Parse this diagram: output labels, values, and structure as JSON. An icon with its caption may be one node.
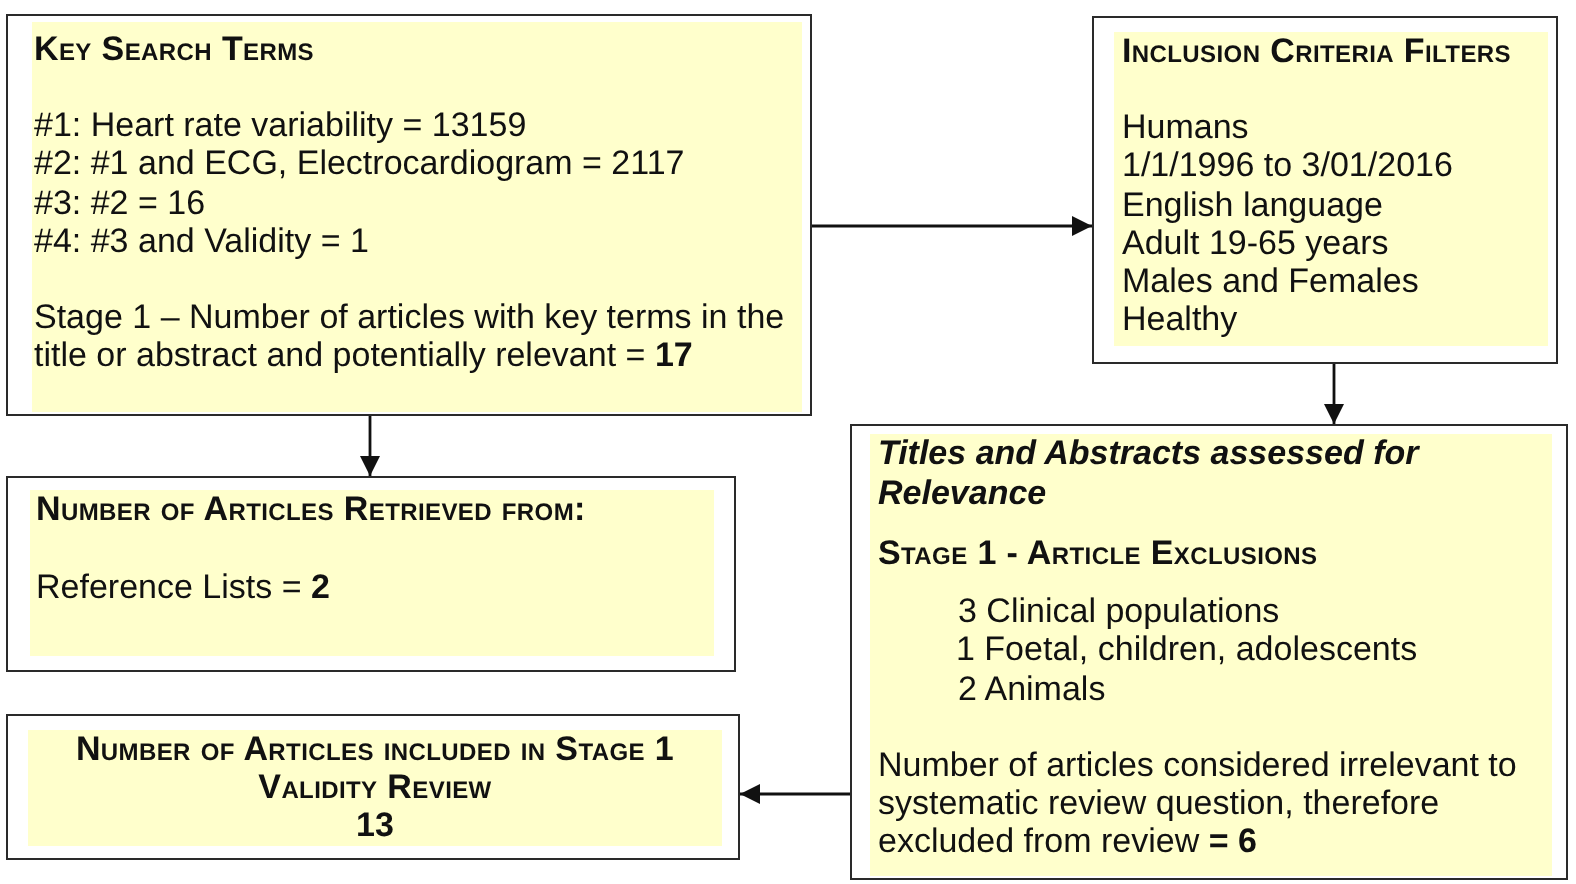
{
  "diagram": {
    "nodes": [
      {
        "text": [
          "Key Search Terms",
          "#1: Heart rate variability = 13159",
          "#2: #1 and ECG, Electrocardiogram = 2117",
          "#3: #2 = 16",
          "#4: #3 and Validity = 1",
          "Stage 1 – Number of articles with key terms in the title or abstract and potentially relevant = **17**"
        ]
      },
      {
        "text": [
          "Inclusion Criteria Filters",
          "Humans",
          "1/1/1996 to 3/01/2016",
          "English language",
          "Adult 19-65 years",
          "Males and Females",
          "Healthy"
        ]
      },
      {
        "text": [
          "Number of Articles Retrieved from:",
          "Reference Lists = **2**"
        ]
      },
      {
        "text": [
          "Titles and Abstracts assessed for Relevance",
          "Stage 1 - Article Exclusions",
          "3 Clinical populations",
          "1 Foetal, children, adolescents",
          "2 Animals",
          "Number of articles considered irrelevant to systematic review question, therefore excluded from review **= 6**"
        ]
      },
      {
        "text": [
          "Number of Articles included in Stage 1 Validity Review",
          "13"
        ]
      }
    ],
    "edges": [
      {
        "from": 0,
        "to": 1,
        "arrow": "to"
      },
      {
        "from": 0,
        "to": 2,
        "arrow": "to"
      },
      {
        "from": 1,
        "to": 3,
        "arrow": "to"
      },
      {
        "from": 3,
        "to": 4,
        "arrow": "to"
      }
    ]
  }
}
